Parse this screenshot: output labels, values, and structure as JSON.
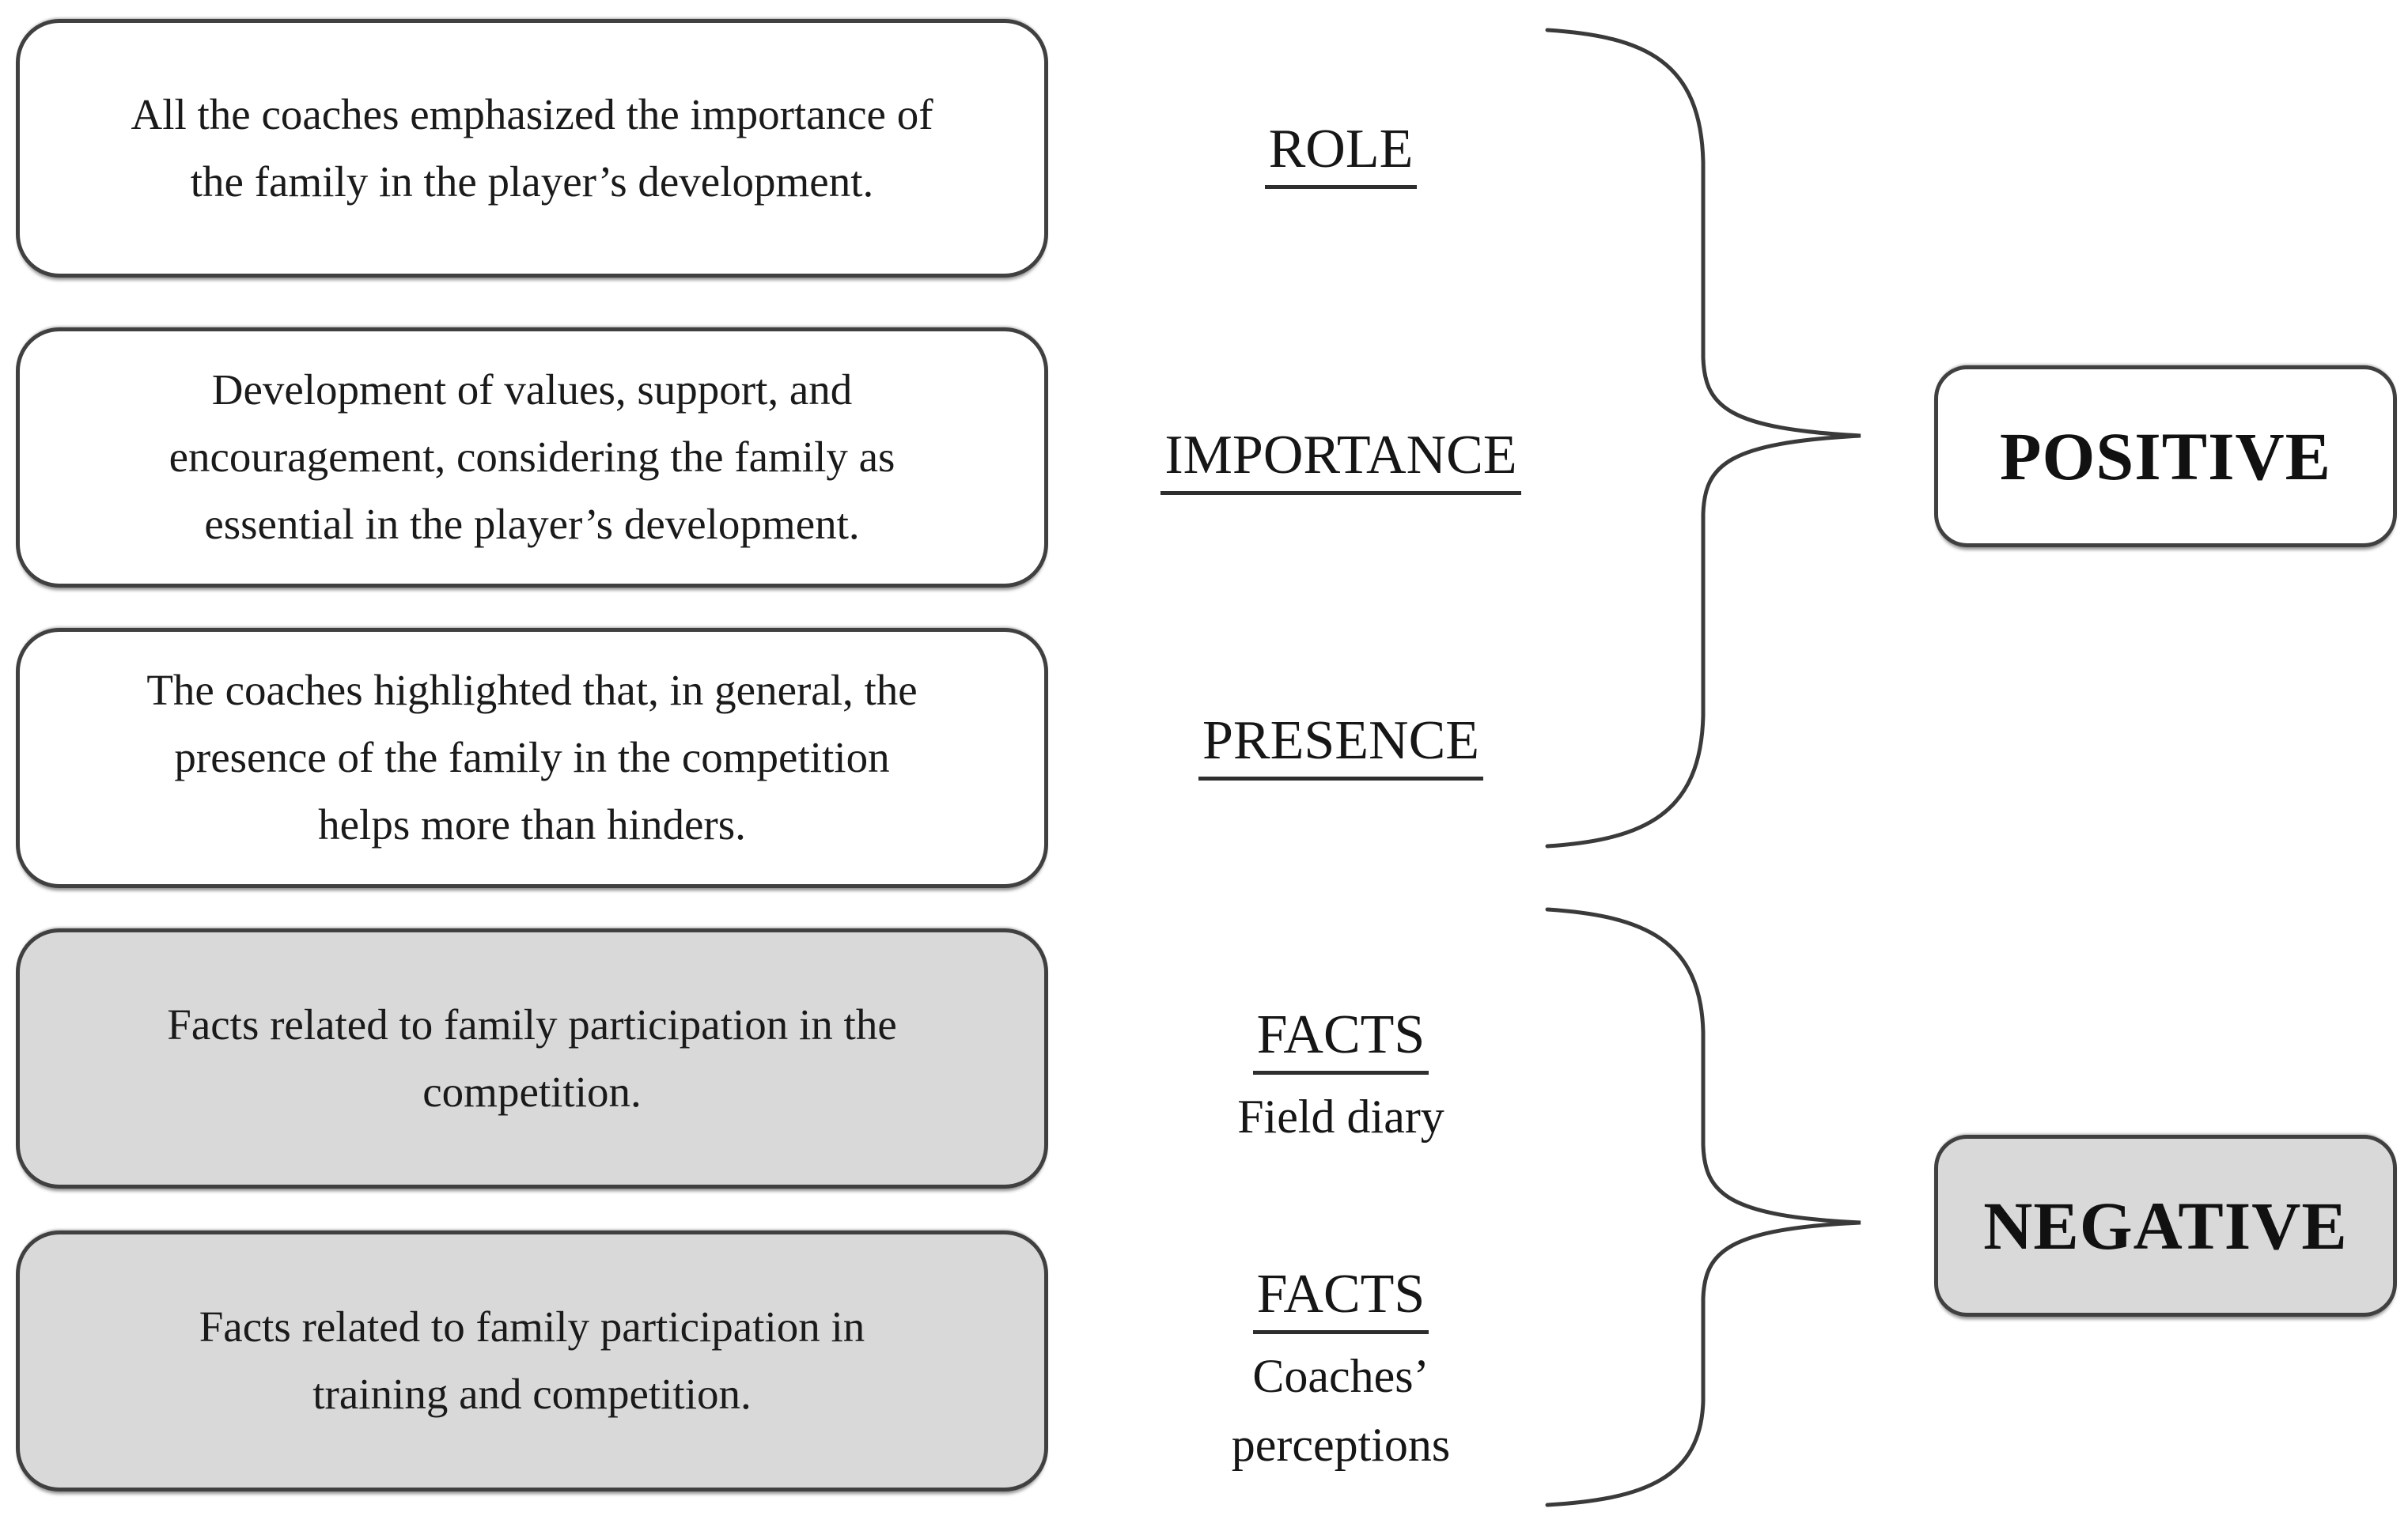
{
  "diagram": {
    "left_boxes": [
      {
        "id": "role-finding",
        "variant": "white",
        "lines": [
          "All the coaches emphasized the importance of",
          "the family in the player’s development."
        ]
      },
      {
        "id": "importance-finding",
        "variant": "white",
        "lines": [
          "Development of values, support, and",
          "encouragement, considering the family as",
          "essential in the player’s development."
        ]
      },
      {
        "id": "presence-finding",
        "variant": "white",
        "lines": [
          "The coaches highlighted that, in general, the",
          "presence of the family in the competition",
          "helps more than hinders."
        ]
      },
      {
        "id": "facts-field-diary-finding",
        "variant": "gray",
        "lines": [
          "Facts related to family participation in the",
          "competition."
        ]
      },
      {
        "id": "facts-coaches-perceptions-finding",
        "variant": "gray",
        "lines": [
          "Facts related to family participation in",
          "training and competition."
        ]
      }
    ],
    "category_labels": [
      {
        "title": "ROLE"
      },
      {
        "title": "IMPORTANCE"
      },
      {
        "title": "PRESENCE"
      },
      {
        "title": "FACTS",
        "subtitle_lines": [
          "Field diary"
        ]
      },
      {
        "title": "FACTS",
        "subtitle_lines": [
          "Coaches’",
          "perceptions"
        ]
      }
    ],
    "outcomes": [
      {
        "label": "POSITIVE",
        "variant": "white"
      },
      {
        "label": "NEGATIVE",
        "variant": "gray"
      }
    ],
    "colors": {
      "background": "#ffffff",
      "gray_fill": "#d9d9d9",
      "box_border": "#404040",
      "brace_stroke": "#3a3a3a",
      "text": "#141414"
    }
  }
}
